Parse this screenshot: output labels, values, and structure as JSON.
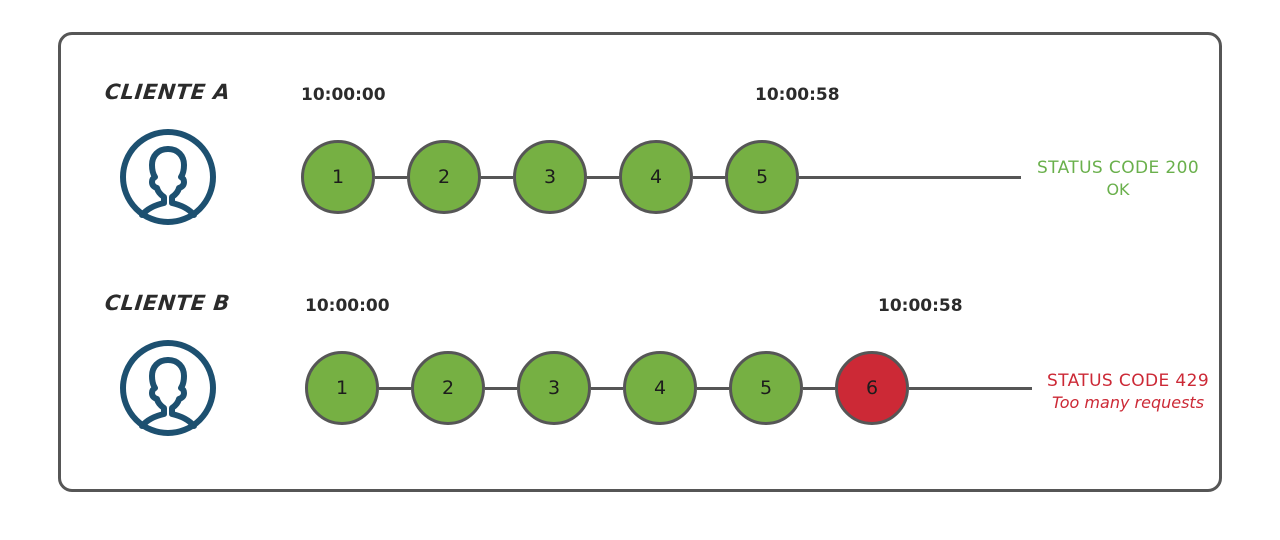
{
  "diagram": {
    "title_icon": "user-avatar-icon",
    "accent_ok": "#76b043",
    "accent_fail": "#cc2936",
    "border_color": "#565656",
    "avatar_color": "#1d5070",
    "rows": [
      {
        "client_label": "CLIENTE A",
        "start_time": "10:00:00",
        "end_time": "10:00:58",
        "nodes": [
          {
            "label": "1",
            "state": "ok"
          },
          {
            "label": "2",
            "state": "ok"
          },
          {
            "label": "3",
            "state": "ok"
          },
          {
            "label": "4",
            "state": "ok"
          },
          {
            "label": "5",
            "state": "ok"
          }
        ],
        "status_line1": "STATUS CODE 200",
        "status_line2": "OK",
        "status_state": "ok"
      },
      {
        "client_label": "CLIENTE B",
        "start_time": "10:00:00",
        "end_time": "10:00:58",
        "nodes": [
          {
            "label": "1",
            "state": "ok"
          },
          {
            "label": "2",
            "state": "ok"
          },
          {
            "label": "3",
            "state": "ok"
          },
          {
            "label": "4",
            "state": "ok"
          },
          {
            "label": "5",
            "state": "ok"
          },
          {
            "label": "6",
            "state": "fail"
          }
        ],
        "status_line1": "STATUS CODE 429",
        "status_line2": "Too many requests",
        "status_state": "fail"
      }
    ]
  }
}
